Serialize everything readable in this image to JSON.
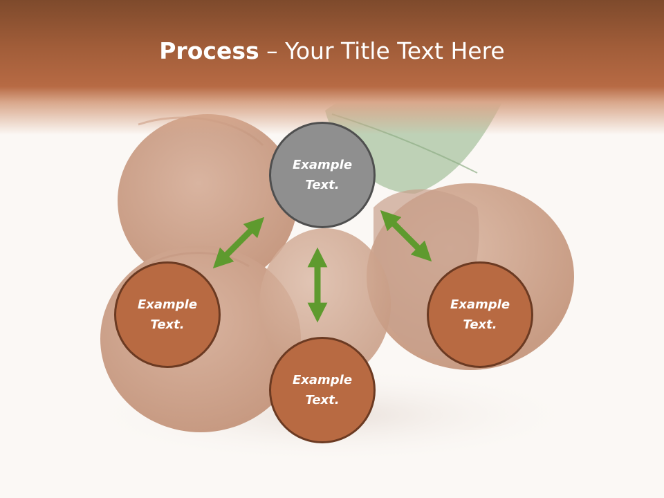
{
  "slide": {
    "title_bold": "Process",
    "title_rest": " – Your Title Text Here"
  },
  "nodes": [
    {
      "id": "top",
      "text": "Example Text."
    },
    {
      "id": "left",
      "text": "Example Text."
    },
    {
      "id": "bottom",
      "text": "Example Text."
    },
    {
      "id": "right",
      "text": "Example Text."
    }
  ],
  "colors": {
    "header_brown": "#a15d39",
    "circle_gray": "#8f8f8f",
    "circle_brown": "#b86a42",
    "circle_border": "#6b3a22",
    "arrow_green": "#5e9a2e"
  }
}
